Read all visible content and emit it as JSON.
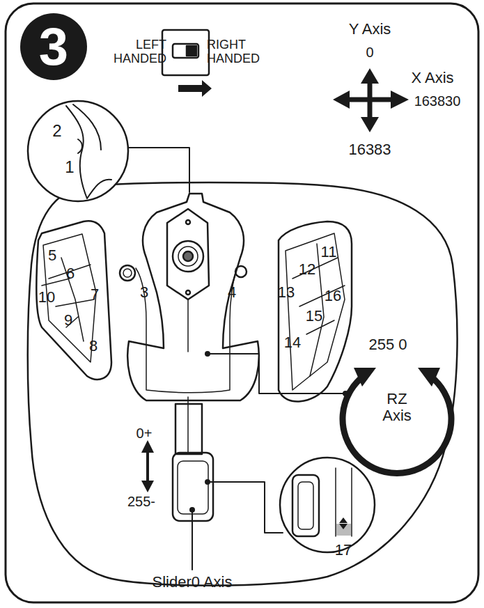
{
  "diagram": {
    "nodes": [
      {
        "text": [
          "3"
        ]
      }
    ],
    "labels": [
      "LEFT HANDED",
      "RIGHT HANDED",
      "Y Axis",
      "0",
      "X Axis",
      "163830",
      "16383",
      "2",
      "1",
      "5",
      "6",
      "7",
      "10",
      "9",
      "8",
      "3",
      "4",
      "11",
      "12",
      "13",
      "16",
      "15",
      "14",
      "255 0",
      "RZ Axis",
      "0+",
      "255-",
      "17",
      "Slider0 Axis"
    ]
  }
}
